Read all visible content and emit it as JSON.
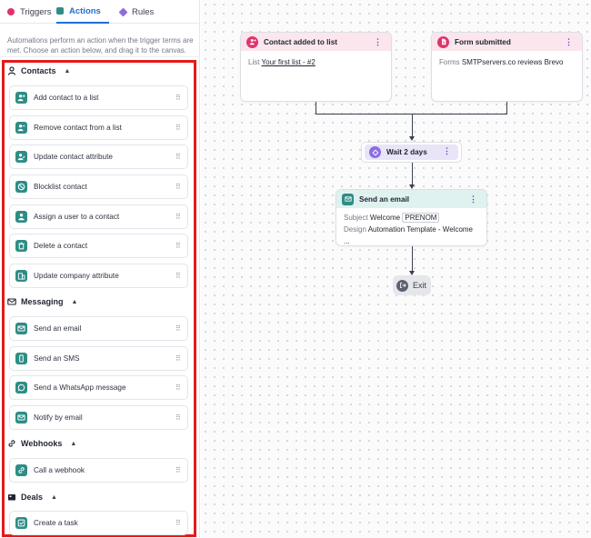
{
  "tabs": [
    {
      "label": "Triggers"
    },
    {
      "label": "Actions"
    },
    {
      "label": "Rules"
    }
  ],
  "description": "Automations perform an action when the trigger terms are met. Choose an action below, and drag it to the canvas.",
  "sections": {
    "contacts": {
      "title": "Contacts",
      "items": [
        "Add contact to a list",
        "Remove contact from a list",
        "Update contact attribute",
        "Blocklist contact",
        "Assign a user to a contact",
        "Delete a contact",
        "Update company attribute"
      ]
    },
    "messaging": {
      "title": "Messaging",
      "items": [
        "Send an email",
        "Send an SMS",
        "Send a WhatsApp message",
        "Notify by email"
      ]
    },
    "webhooks": {
      "title": "Webhooks",
      "items": [
        "Call a webhook"
      ]
    },
    "deals": {
      "title": "Deals",
      "items": [
        "Create a task"
      ]
    }
  },
  "canvas": {
    "trigger1": {
      "title": "Contact added to list",
      "field_label": "List",
      "field_value": "Your first list - #2"
    },
    "trigger2": {
      "title": "Form submitted",
      "field_label": "Forms",
      "field_value": "SMTPservers.co reviews Brevo"
    },
    "wait": {
      "label": "Wait 2 days"
    },
    "email": {
      "title": "Send an email",
      "subject_label": "Subject",
      "subject_value": "Welcome",
      "subject_tag": "PRENOM",
      "design_label": "Design",
      "design_value": "Automation Template - Welcome ..."
    },
    "exit": {
      "label": "Exit"
    }
  },
  "colors": {
    "accent": "#1f6fd1",
    "action_icon": "#2e8d86",
    "trigger_icon": "#e0336b",
    "wait_icon": "#8a6ee0",
    "highlight": "#e51a1a"
  }
}
